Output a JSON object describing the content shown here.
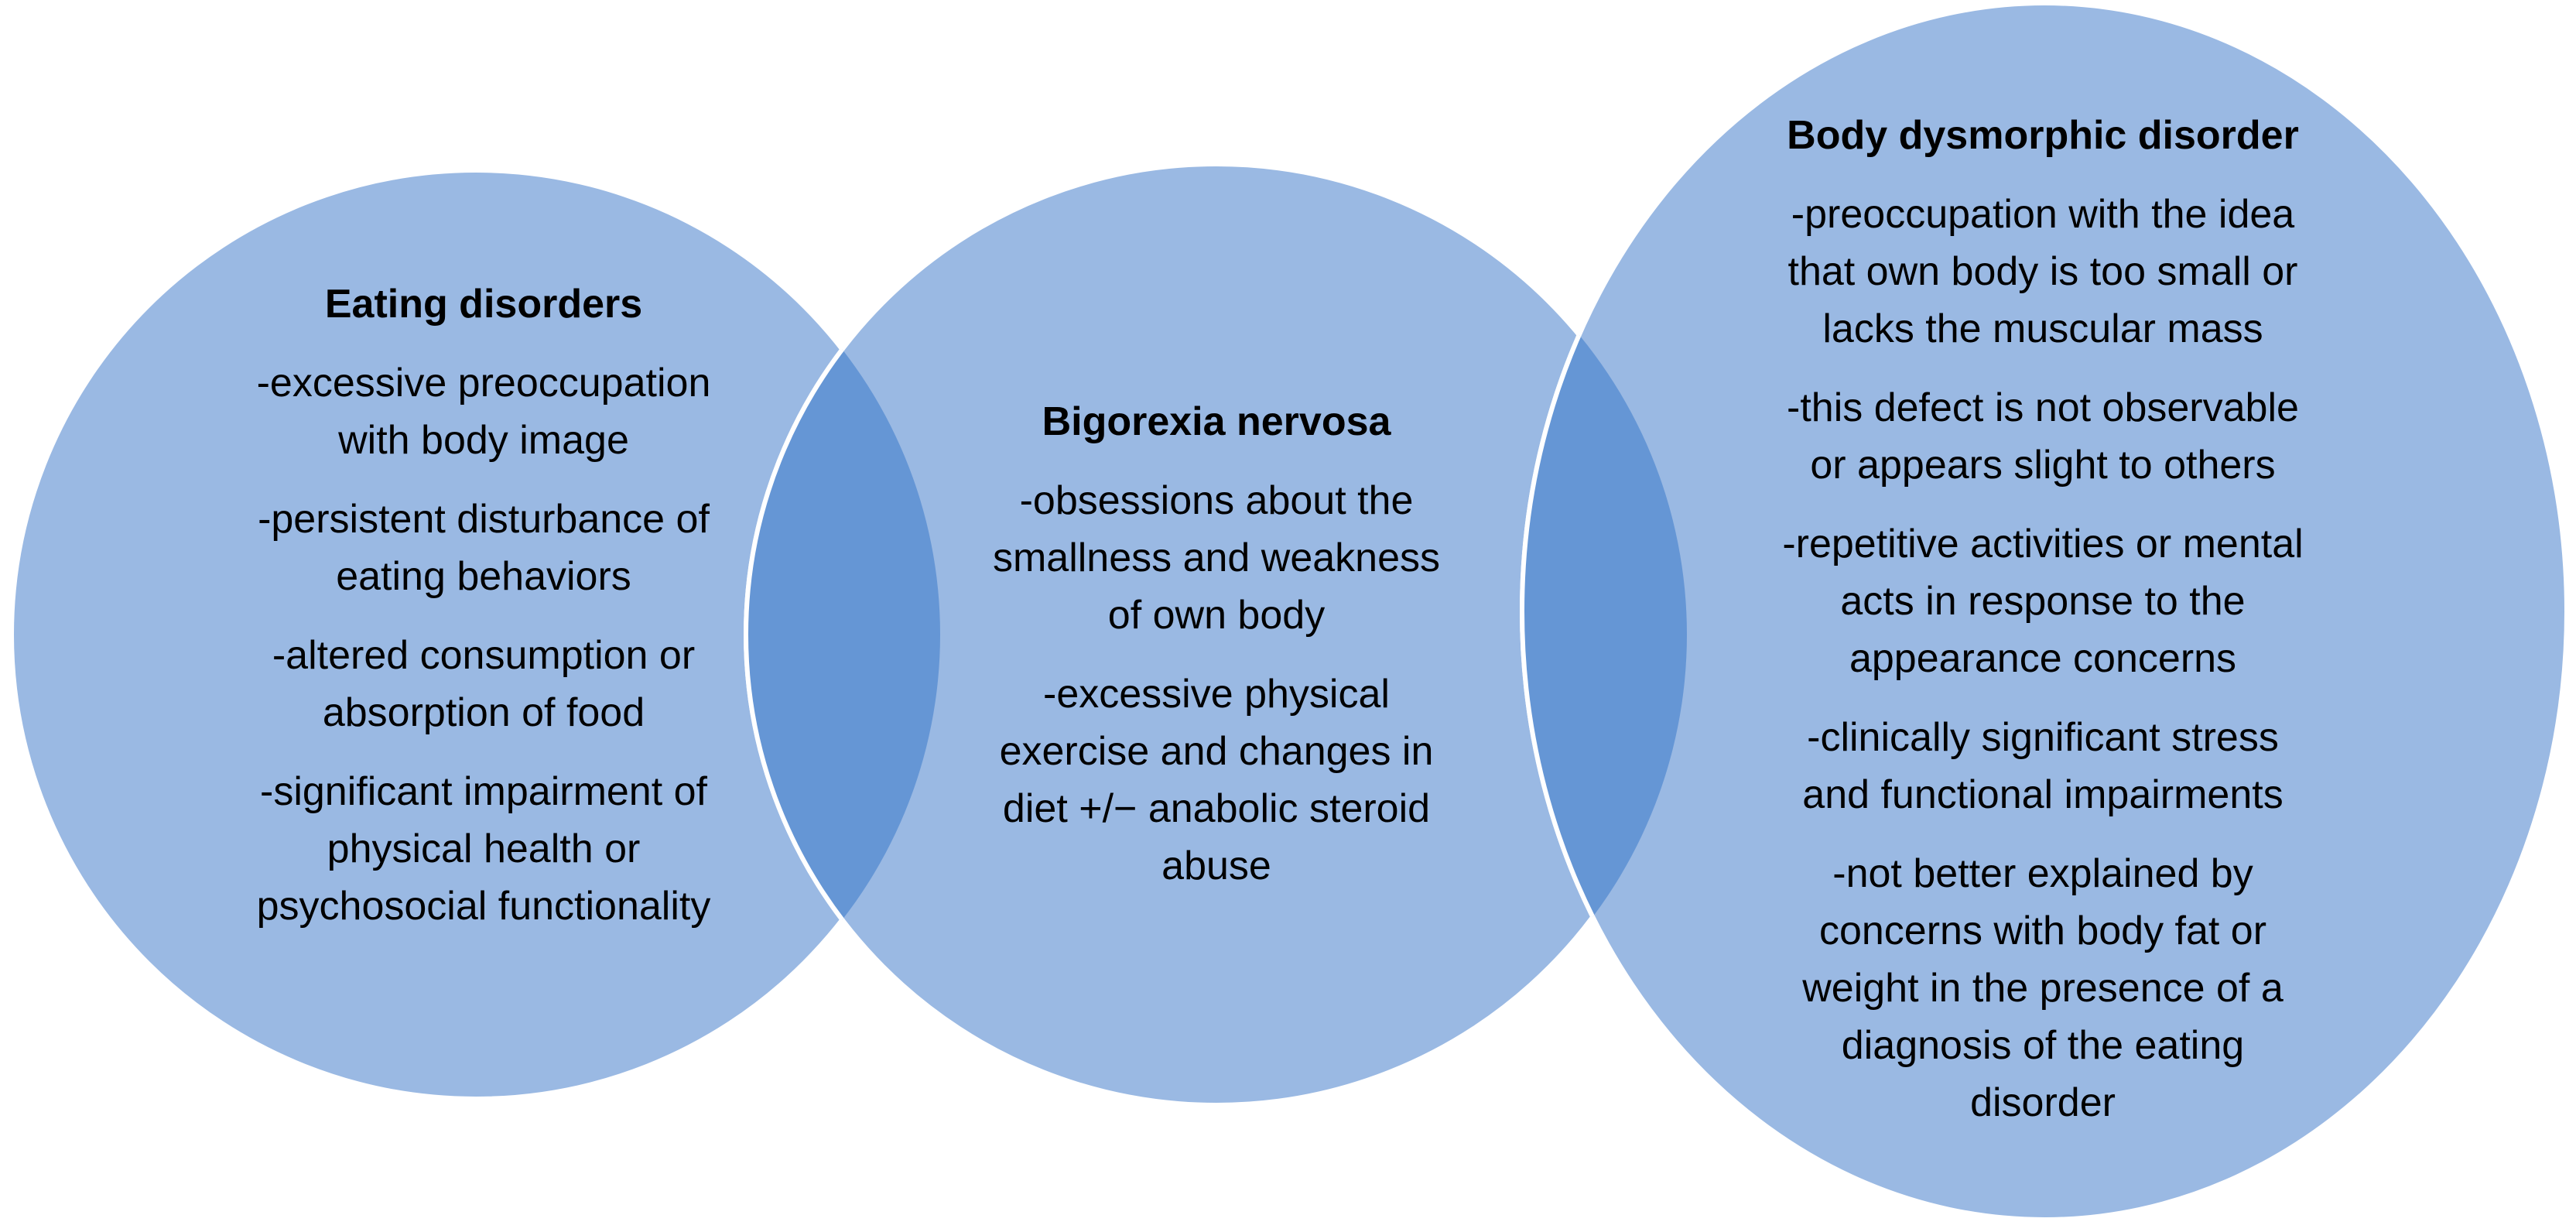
{
  "colors": {
    "circle_fill": "#9ab9e3",
    "overlap_fill": "#6596d5",
    "stroke": "#ffffff"
  },
  "circles": [
    {
      "title": "Eating disorders",
      "lines": [
        "-excessive preoccupation",
        "with body image",
        "-persistent disturbance of",
        "eating behaviors",
        "-altered consumption or",
        "absorption of food",
        "-significant impairment of",
        "physical health or",
        "psychosocial functionality"
      ]
    },
    {
      "title": "Bigorexia nervosa",
      "lines": [
        "-obsessions about the",
        "smallness and weakness",
        "of own body",
        "-excessive physical",
        "exercise and changes in",
        "diet +/− anabolic steroid",
        "abuse"
      ]
    },
    {
      "title": "Body dysmorphic disorder",
      "lines": [
        "-preoccupation with the idea",
        "that own body is too small or",
        "lacks the muscular mass",
        "-this defect is not observable",
        "or appears slight to others",
        "-repetitive activities or mental",
        "acts in response to the",
        "appearance concerns",
        "-clinically significant stress",
        "and functional impairments",
        "-not better explained by",
        "concerns with body fat or",
        "weight in the presence of a",
        "diagnosis of the eating",
        "disorder"
      ]
    }
  ]
}
